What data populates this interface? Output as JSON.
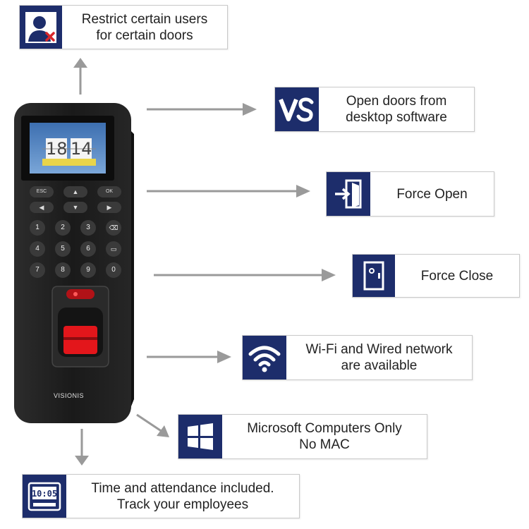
{
  "device": {
    "clock_hours": "18",
    "clock_minutes": "14",
    "brand": "VISIONIS"
  },
  "keypad": {
    "top_rows": [
      [
        "ESC",
        "",
        "OK"
      ],
      [
        "",
        "",
        ""
      ]
    ],
    "digits": [
      [
        "1",
        "2",
        "3",
        ""
      ],
      [
        "4",
        "5",
        "6",
        ""
      ],
      [
        "7",
        "8",
        "9",
        "0"
      ]
    ]
  },
  "features": [
    {
      "id": "restrict-users",
      "icon": "user-restricted-icon",
      "lines": [
        "Restrict certain users",
        "for certain doors"
      ]
    },
    {
      "id": "desktop-software",
      "icon": "vs-software-logo-icon",
      "lines": [
        "Open doors from",
        "desktop software"
      ]
    },
    {
      "id": "force-open",
      "icon": "door-open-icon",
      "lines": [
        "Force Open"
      ]
    },
    {
      "id": "force-close",
      "icon": "door-closed-icon",
      "lines": [
        "Force Close"
      ]
    },
    {
      "id": "network",
      "icon": "wifi-icon",
      "lines": [
        "Wi-Fi and Wired network",
        "are available"
      ]
    },
    {
      "id": "microsoft",
      "icon": "windows-logo-icon",
      "lines": [
        "Microsoft Computers Only",
        "No MAC"
      ]
    },
    {
      "id": "attendance",
      "icon": "time-clock-icon",
      "lines": [
        "Time and attendance included.",
        "Track your employees"
      ]
    }
  ],
  "colors": {
    "icon_bg": "#1d2d6b",
    "arrow": "#9a9a9a",
    "device_body": "#1b1b1b",
    "sensor_red": "#e3161b"
  }
}
